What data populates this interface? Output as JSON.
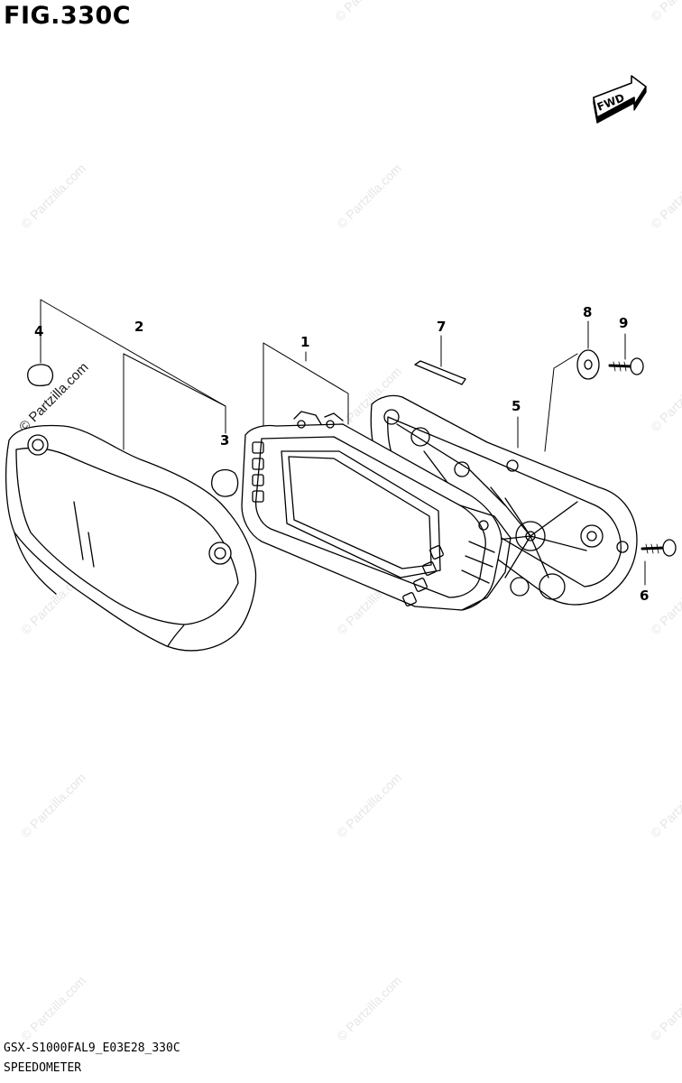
{
  "figure": {
    "title": "FIG.330C",
    "fwd_label": "FWD",
    "model_code": "GSX-S1000FAL9_E03E28_330C",
    "section_name": "SPEEDOMETER"
  },
  "callouts": {
    "c1": "1",
    "c2": "2",
    "c3": "3",
    "c4": "4",
    "c5": "5",
    "c6": "6",
    "c7": "7",
    "c8": "8",
    "c9": "9"
  },
  "watermark": {
    "text": "© Partzilla.com",
    "prominent": "© Partzilla.com"
  },
  "parts": [
    {
      "ref": "1",
      "name": "meter-body-icon"
    },
    {
      "ref": "2",
      "name": "meter-cover-icon"
    },
    {
      "ref": "3",
      "name": "cushion-icon"
    },
    {
      "ref": "4",
      "name": "cushion-icon"
    },
    {
      "ref": "5",
      "name": "meter-case-icon"
    },
    {
      "ref": "6",
      "name": "screw-icon"
    },
    {
      "ref": "7",
      "name": "seal-strip-icon"
    },
    {
      "ref": "8",
      "name": "washer-icon"
    },
    {
      "ref": "9",
      "name": "screw-icon"
    }
  ]
}
